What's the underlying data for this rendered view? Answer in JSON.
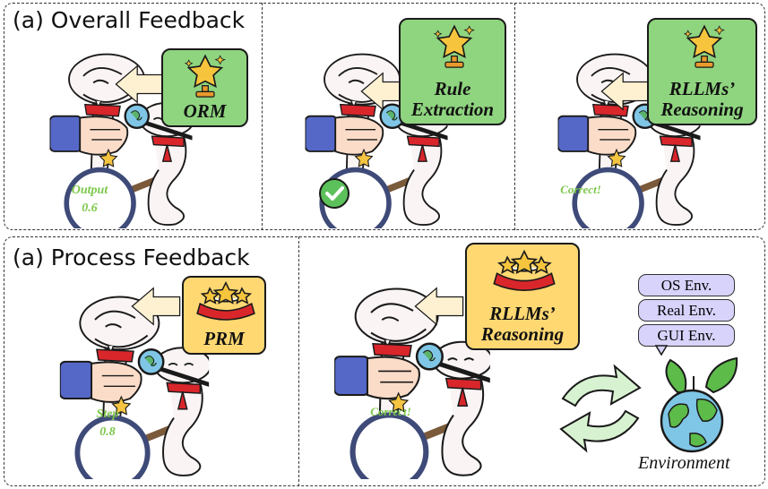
{
  "top_section": {
    "title": "(a) Overall Feedback",
    "panels": [
      {
        "badge_label": "ORM",
        "lens_line1": "Output",
        "lens_line2": "0.6"
      },
      {
        "badge_label_line1": "Rule",
        "badge_label_line2": "Extraction",
        "lens_icon": "checkmark-icon"
      },
      {
        "badge_label_line1": "RLLMs’",
        "badge_label_line2": "Reasoning",
        "lens_line1": "Correct!"
      }
    ]
  },
  "bottom_section": {
    "title": "(a) Process Feedback",
    "panels": [
      {
        "badge_label": "PRM",
        "lens_line1": "Step",
        "lens_line2": "0.8"
      },
      {
        "badge_label_line1": "RLLMs’",
        "badge_label_line2": "Reasoning",
        "lens_line1": "Correct!"
      }
    ],
    "environments": [
      "OS Env.",
      "Real Env.",
      "GUI Env."
    ],
    "environment_label": "Environment"
  },
  "colors": {
    "green_badge": "#8fd47f",
    "yellow_badge": "#ffd872",
    "arrow_fill": "#fdf1d2",
    "env_pill": "#d7d3fb",
    "cycle_arrow": "#d7f2d0",
    "glove": "#5568c8"
  }
}
